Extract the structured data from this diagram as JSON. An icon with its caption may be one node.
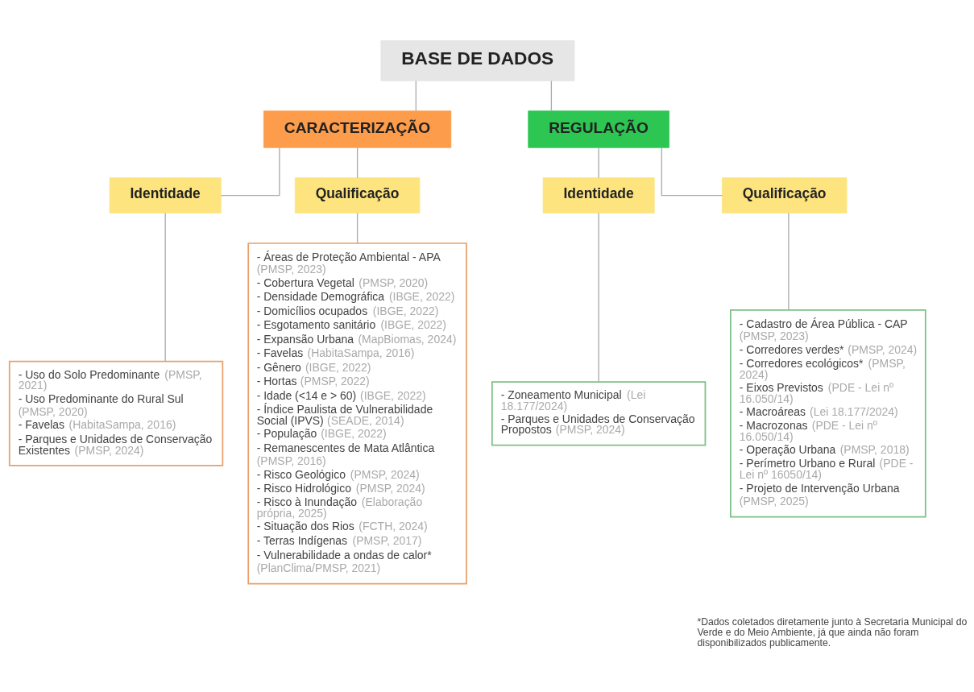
{
  "diagram": {
    "nodes": [
      {
        "text": [
          "BASE DE DADOS"
        ]
      },
      {
        "text": [
          "CARACTERIZAÇÃO"
        ]
      },
      {
        "text": [
          "REGULAÇÃO"
        ]
      },
      {
        "text": [
          "Identidade"
        ]
      },
      {
        "text": [
          "Qualificação"
        ]
      },
      {
        "text": [
          "- Uso do Solo Predominante (PMSP, 2021)",
          "- Uso Predominante do Rural Sul (PMSP, 2020)",
          "- Favelas (HabitaSampa, 2016)",
          "- Parques e Unidades de Conservação Existentes (PMSP, 2024)"
        ]
      },
      {
        "text": [
          "- Áreas de Proteção Ambiental - APA (PMSP, 2023)",
          "- Cobertura Vegetal (PMSP, 2020)",
          "- Densidade Demográfica (IBGE, 2022)",
          "- Domicílios ocupados (IBGE, 2022)",
          "- Esgotamento sanitário (IBGE, 2022)",
          "- Expansão Urbana (MapBiomas, 2024)",
          "- Favelas (HabitaSampa, 2016)",
          "- Gênero (IBGE, 2022)",
          "- Hortas (PMSP, 2022)",
          "- Idade (<14 e > 60) (IBGE, 2022)",
          "- Índice Paulista de Vulnerabilidade Social (IPVS) (SEADE, 2014)",
          "- População (IBGE, 2022)",
          "- Remanescentes de Mata Atlântica (PMSP, 2016)",
          "- Risco Geológico (PMSP, 2024)",
          "- Risco Hidrológico (PMSP, 2024)",
          "- Risco à Inundação (Elaboração própria, 2025)",
          "- Situação dos Rios (FCTH, 2024)",
          "- Terras Indígenas (PMSP, 2017)",
          "- Vulnerabilidade a ondas de calor* (PlanClima/PMSP, 2021)"
        ]
      },
      {
        "text": [
          "Identidade"
        ]
      },
      {
        "text": [
          "Qualificação"
        ]
      },
      {
        "text": [
          "- Zoneamento Municipal (Lei 18.177/2024)",
          "- Parques e Unidades de Conservação Propostos (PMSP, 2024)"
        ]
      },
      {
        "text": [
          "- Cadastro de Área Pública - CAP (PMSP, 2023)",
          "- Corredores verdes* (PMSP, 2024)",
          "- Corredores ecológicos* (PMSP, 2024)",
          "- Eixos Previstos (PDE - Lei nº 16.050/14)",
          "- Macroáreas (Lei 18.177/2024)",
          "- Macrozonas (PDE - Lei nº 16.050/14)",
          "- Operação Urbana (PMSP, 2018)",
          "- Perímetro Urbano e Rural (PDE - Lei nº 16050/14)",
          "- Projeto de Intervenção Urbana (PMSP, 2025)"
        ]
      }
    ],
    "edges": [
      {
        "from": 0,
        "to": 1,
        "arrow": "none"
      },
      {
        "from": 0,
        "to": 2,
        "arrow": "none"
      },
      {
        "from": 1,
        "to": 3,
        "arrow": "none"
      },
      {
        "from": 1,
        "to": 4,
        "arrow": "none"
      },
      {
        "from": 3,
        "to": 5,
        "arrow": "none"
      },
      {
        "from": 4,
        "to": 6,
        "arrow": "none"
      },
      {
        "from": 2,
        "to": 7,
        "arrow": "none"
      },
      {
        "from": 2,
        "to": 8,
        "arrow": "none"
      },
      {
        "from": 7,
        "to": 9,
        "arrow": "none"
      },
      {
        "from": 8,
        "to": 10,
        "arrow": "none"
      }
    ],
    "labels": [
      "*Dados coletados diretamente junto à Secretaria Municipal do Verde e do Meio Ambiente, já que ainda não foram disponibilizados publicamente."
    ]
  }
}
